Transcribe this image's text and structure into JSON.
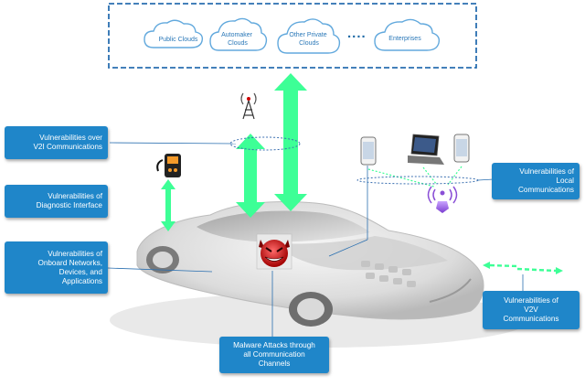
{
  "colors": {
    "callout_bg": "#1f86c9",
    "cloud_stroke": "#62a9dd",
    "arrow_green": "#3dff96",
    "dashed_border": "#2a6fb0",
    "wireless_purple": "#8a4fd6"
  },
  "clouds": [
    {
      "label_lines": [
        "Public Clouds"
      ]
    },
    {
      "label_lines": [
        "Automaker",
        "Clouds"
      ]
    },
    {
      "label_lines": [
        "Other Private",
        "Clouds"
      ]
    },
    {
      "label_lines": [
        "Enterprises"
      ]
    }
  ],
  "ellipsis": "....",
  "callouts": {
    "v2i": "Vulnerabilities over\nV2I Communications",
    "diagnostic": "Vulnerabilities of\nDiagnostic Interface",
    "onboard": "Vulnerabilities of\nOnboard Networks,\nDevices, and\nApplications",
    "local": "Vulnerabilities of\nLocal\nCommunications",
    "v2v": "Vulnerabilities of\nV2V\nCommunications",
    "malware": "Malware Attacks through\nall Communication\nChannels"
  },
  "icons": [
    "cell-tower-icon",
    "obd-scanner-icon",
    "smartphone-icon",
    "laptop-icon",
    "wireless-hub-icon",
    "malware-devil-icon",
    "car-image"
  ]
}
